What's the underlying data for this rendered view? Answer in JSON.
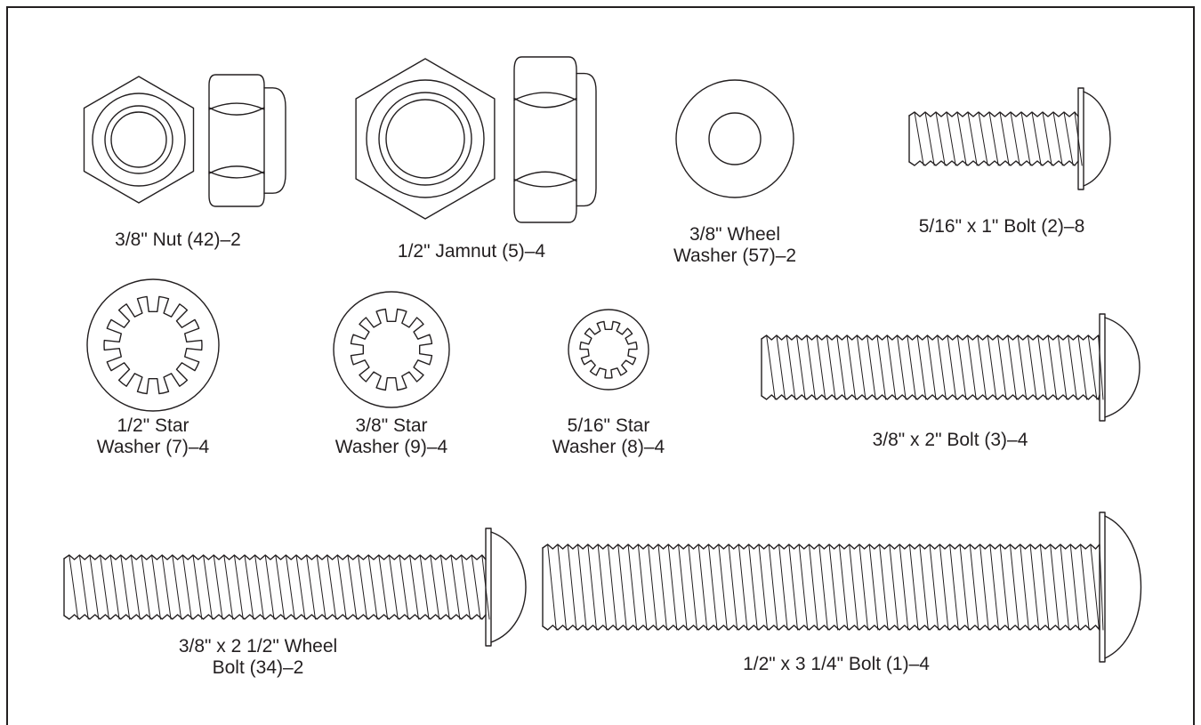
{
  "colors": {
    "stroke": "#231f20",
    "background": "#ffffff"
  },
  "parts": [
    {
      "id": "nut-38",
      "icon": "nylon-lock-nut-icon",
      "lines": [
        "3/8\" Nut (42)–2"
      ]
    },
    {
      "id": "jamnut-12",
      "icon": "nylon-lock-nut-icon",
      "lines": [
        "1/2\" Jamnut (5)–4"
      ]
    },
    {
      "id": "wheel-washer-38",
      "icon": "flat-washer-icon",
      "lines": [
        "3/8\" Wheel",
        "Washer (57)–2"
      ]
    },
    {
      "id": "bolt-516x1",
      "icon": "button-head-bolt-icon",
      "lines": [
        "5/16\" x 1\" Bolt (2)–8"
      ]
    },
    {
      "id": "star-washer-12",
      "icon": "star-washer-icon",
      "lines": [
        "1/2\" Star",
        "Washer (7)–4"
      ]
    },
    {
      "id": "star-washer-38",
      "icon": "star-washer-icon",
      "lines": [
        "3/8\" Star",
        "Washer (9)–4"
      ]
    },
    {
      "id": "star-washer-516",
      "icon": "star-washer-icon",
      "lines": [
        "5/16\" Star",
        "Washer (8)–4"
      ]
    },
    {
      "id": "bolt-38x2",
      "icon": "button-head-bolt-icon",
      "lines": [
        "3/8\" x 2\" Bolt (3)–4"
      ]
    },
    {
      "id": "wheel-bolt-38x2-12",
      "icon": "button-head-bolt-icon",
      "lines": [
        "3/8\" x 2 1/2\" Wheel",
        "Bolt (34)–2"
      ]
    },
    {
      "id": "bolt-12x3-14",
      "icon": "button-head-bolt-icon",
      "lines": [
        "1/2\" x 3 1/4\" Bolt (1)–4"
      ]
    }
  ]
}
